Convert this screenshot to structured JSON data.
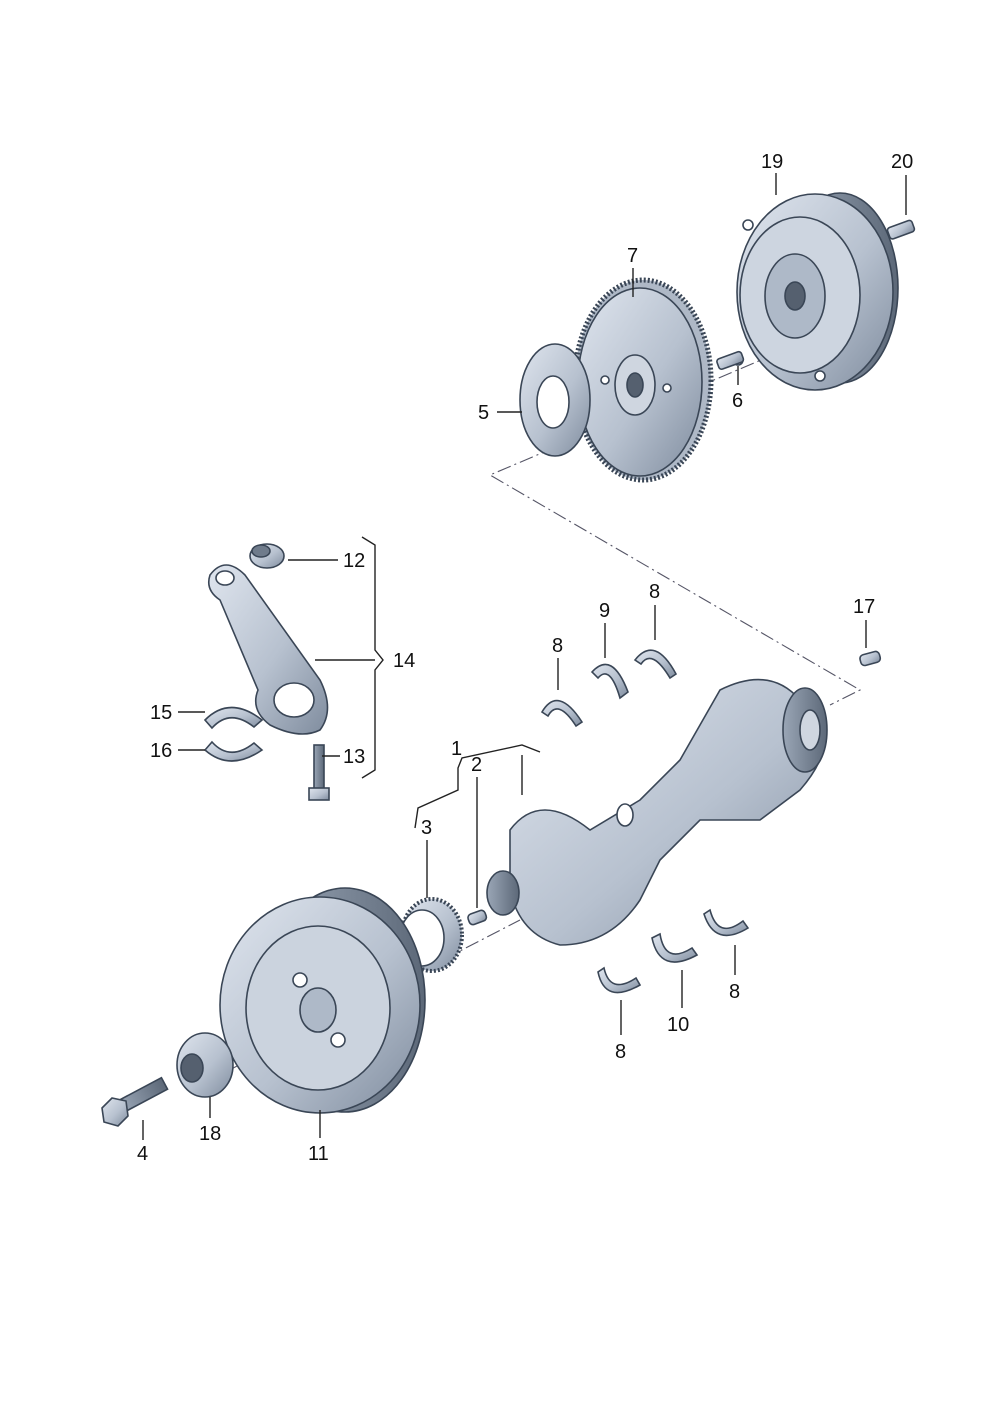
{
  "diagram": {
    "callouts": {
      "p1": "1",
      "p2": "2",
      "p3": "3",
      "p4": "4",
      "p5": "5",
      "p6": "6",
      "p7": "7",
      "p8a": "8",
      "p8b": "8",
      "p8c": "8",
      "p8d": "8",
      "p9": "9",
      "p10": "10",
      "p11": "11",
      "p12": "12",
      "p13": "13",
      "p14": "14",
      "p15": "15",
      "p16": "16",
      "p17": "17",
      "p18": "18",
      "p19": "19",
      "p20": "20"
    },
    "colors": {
      "part_fill": "#c3ccd8",
      "part_shade": "#8d9aab",
      "part_dark": "#55606f",
      "outline": "#3a4656"
    }
  }
}
